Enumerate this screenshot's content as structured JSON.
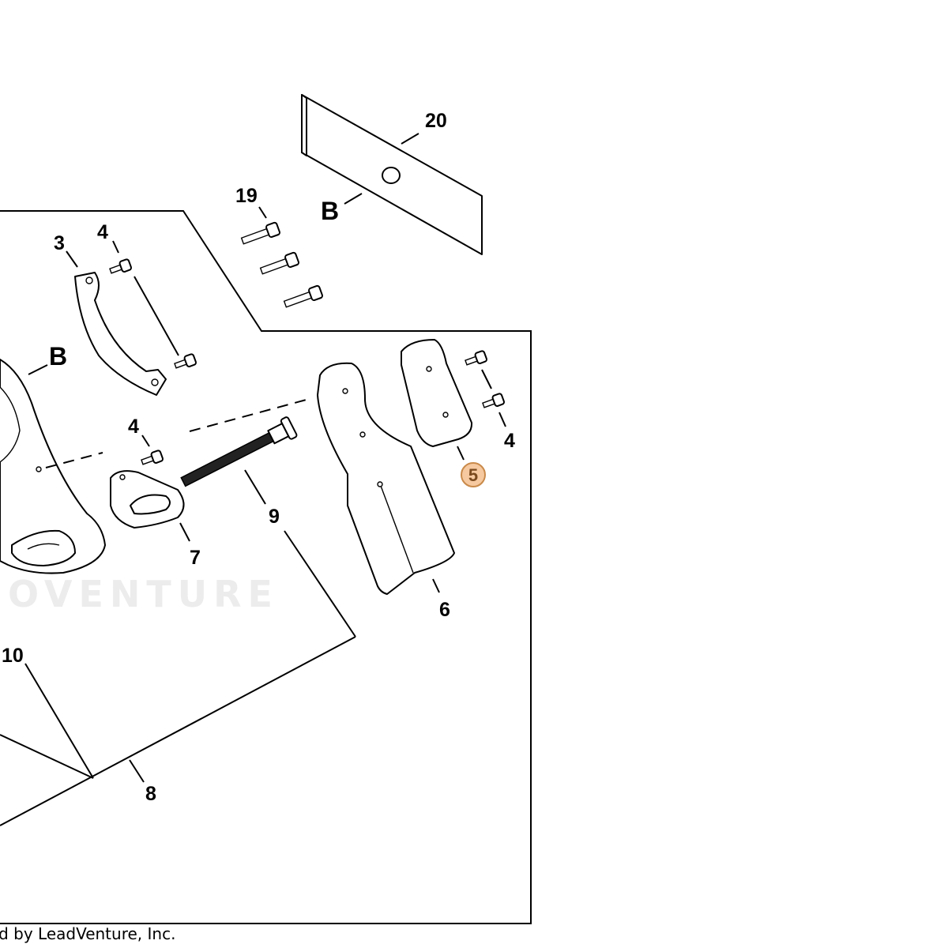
{
  "diagram": {
    "callouts": {
      "c20": "20",
      "c19": "19",
      "c3": "3",
      "c4a": "4",
      "c4b": "4",
      "c4c": "4",
      "c5": "5",
      "c6": "6",
      "c7": "7",
      "c8": "8",
      "c9": "9",
      "c10": "10"
    },
    "reference_labels": {
      "b_top": "B",
      "b_left": "B"
    },
    "highlight": {
      "callout": "5",
      "fill": "#f6c9a0",
      "stroke": "#c98a4a",
      "text_color": "#7a4a1e"
    },
    "watermark": "OVENTURE",
    "footer": "red by LeadVenture, Inc."
  }
}
